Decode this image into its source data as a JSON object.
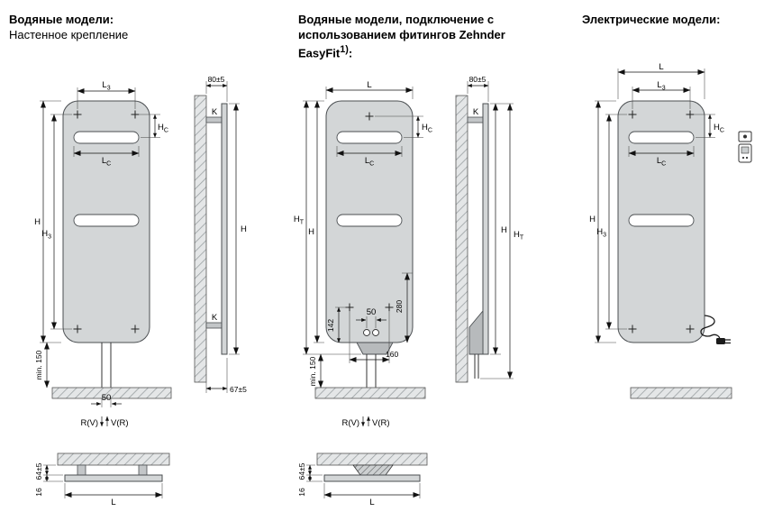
{
  "titles": {
    "s1_bold": "Водяные модели:",
    "s1_sub": "Настенное крепление",
    "s2_line1": "Водяные модели, подключение с",
    "s2_line2": "использованием фитингов Zehnder",
    "s2_line3_base": "EasyFit",
    "s2_line3_sup": "1)",
    "s2_line3_tail": ":",
    "s3_bold": "Электрические модели:"
  },
  "dims": {
    "L": "L",
    "L3_base": "L",
    "L3_sub": "3",
    "LC_base": "L",
    "LC_sub": "C",
    "H": "H",
    "H3_base": "H",
    "H3_sub": "3",
    "HC_base": "H",
    "HC_sub": "C",
    "HT_base": "H",
    "HT_sub": "T",
    "K": "K",
    "wall_offset": "80±5",
    "bottom_offset": "67±5",
    "depth": "64±5",
    "thickness": "16",
    "pipe_spacing": "50",
    "d142": "142",
    "d280": "280",
    "d160": "160",
    "min_floor": "min. 150",
    "flow_left": "R(V)",
    "flow_right": "V(R)"
  },
  "colors": {
    "panel_fill": "#d3d6d7",
    "panel_dark": "#b7babc",
    "line": "#111111",
    "hatch_bg": "#e4e6e7"
  }
}
